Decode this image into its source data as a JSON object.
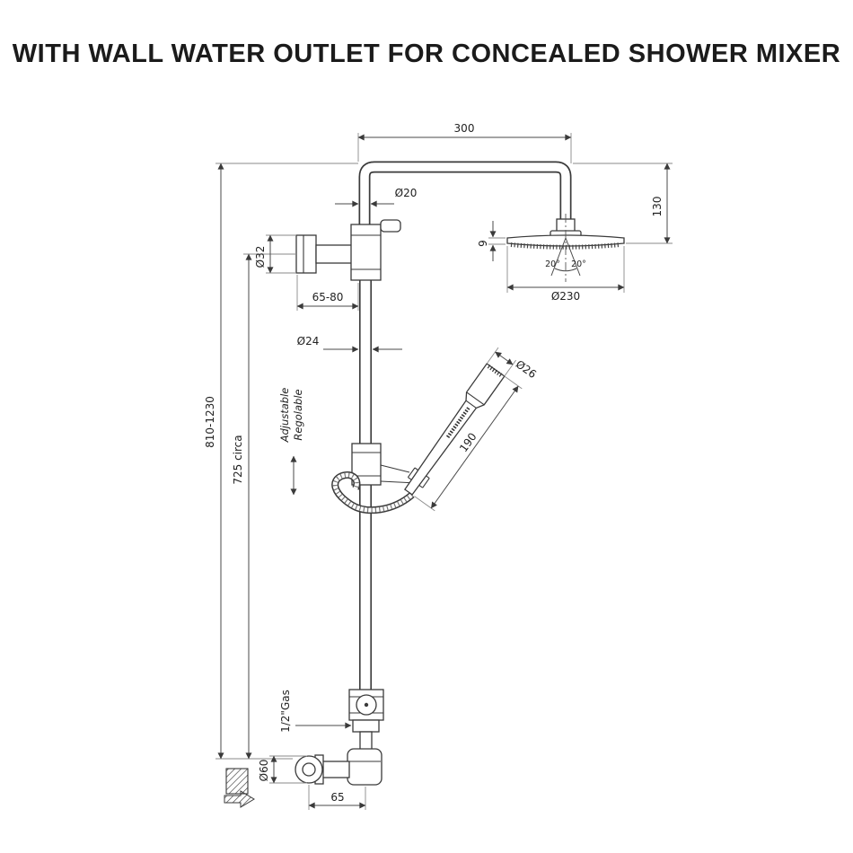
{
  "title": "WITH WALL WATER OUTLET FOR CONCEALED SHOWER MIXER",
  "colors": {
    "line": "#3a3a3a",
    "dimension": "#4a4a4a",
    "text": "#222222",
    "background": "#ffffff"
  },
  "dims": {
    "arm_length": "300",
    "arm_pipe_dia": "Ø20",
    "head_drop": "130",
    "bracket_dia": "Ø32",
    "head_thickness": "9",
    "tilt_left": "20°",
    "tilt_right": "20°",
    "head_dia": "Ø230",
    "bracket_reach": "65-80",
    "rail_dia": "Ø24",
    "handshower_dia": "Ø26",
    "handshower_length": "190",
    "overall_height": "810-1230",
    "rail_height": "725 circa",
    "adjustable_en": "Adjustable",
    "adjustable_it": "Regolable",
    "thread": "1/2\"Gas",
    "outlet_dia": "Ø60",
    "outlet_offset": "65"
  }
}
